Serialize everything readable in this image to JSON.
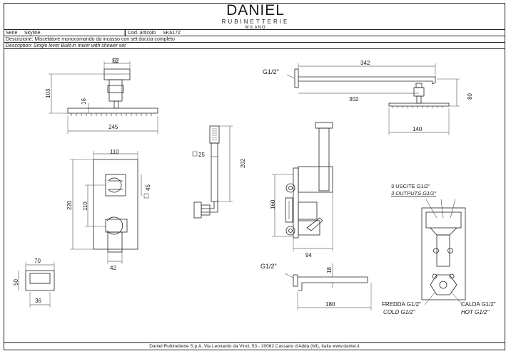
{
  "brand": {
    "name": "DANIEL",
    "subtitle": "RUBINETTERIE",
    "city": "MILANO"
  },
  "header": {
    "serie_label": "Serie",
    "serie_value": "Skyline",
    "code_label": "Cod. articolo",
    "code_value": "SK617Z",
    "description_it": "Descrizione: Miscelatore monocomando da incasso con set doccia completo",
    "description_en": "Description: Single lever Built-in mixer with shower set"
  },
  "dimensions": {
    "head_square": "62",
    "head_height": "103",
    "head_thickness": "16",
    "head_width": "245",
    "arm_thread": "G1/2\"",
    "arm_length": "342",
    "arm_reach": "302",
    "arm_drop": "80",
    "head_side_width": "140",
    "plate_width": "110",
    "plate_height": "220",
    "plate_inner": "110",
    "knob_square": "45",
    "lever_offset": "42",
    "hand_square": "25",
    "hand_length": "202",
    "side_height": "160",
    "side_depth": "94",
    "spout_thread": "G1/2\"",
    "spout_height": "18",
    "spout_length": "180",
    "box_width": "70",
    "box_height": "50",
    "box_depth": "36"
  },
  "outlets": {
    "label_it": "3 USCITE G1/2\"",
    "label_en": "3 OUTPUTS G1/2\"",
    "cold_it": "FREDDA G1/2\"",
    "cold_en": "COLD G1/2\"",
    "hot_it": "CALDA G1/2\"",
    "hot_en": "HOT G1/2\""
  },
  "colors": {
    "cold": "#2b3fa0",
    "hot": "#c0282c",
    "line": "#222222"
  },
  "footer": {
    "text": "Daniel Rubinetterie S.p.A. Via Leonardo da Vinci, 53 - 20062 Cassano d'Adda (MI), Italia www.daniel.it"
  }
}
